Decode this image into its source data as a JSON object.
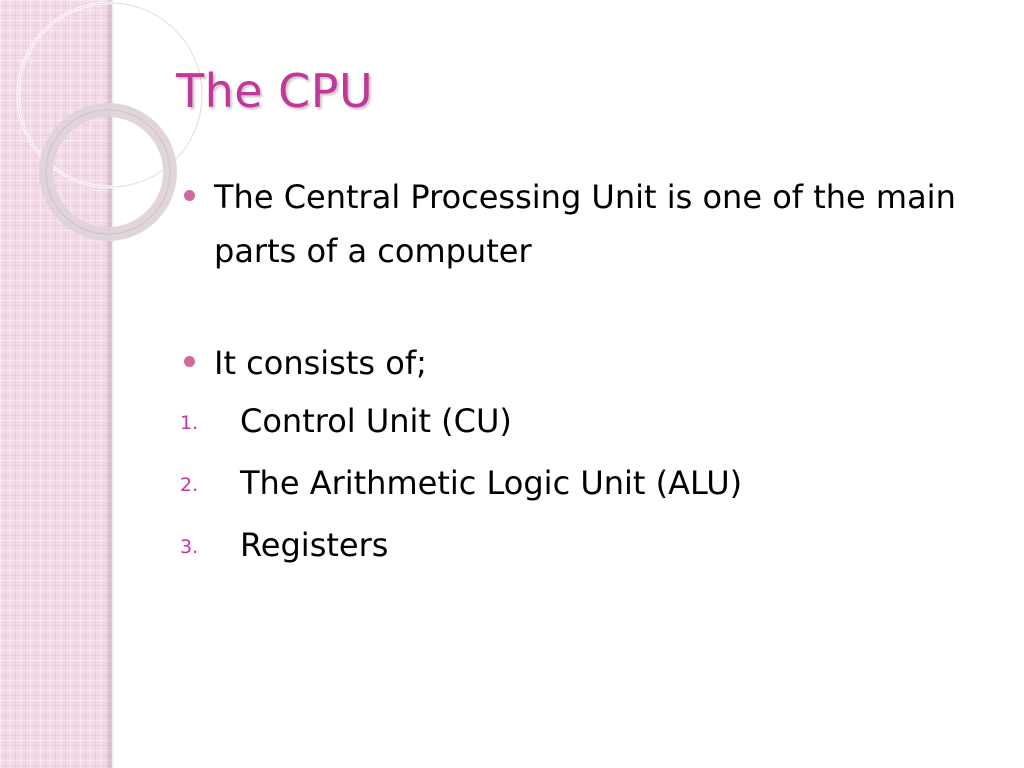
{
  "slide": {
    "title": "The CPU",
    "bullets": [
      "The Central Processing Unit is one of the main parts of a computer",
      "It consists of;"
    ],
    "numbered": [
      {
        "number": "1.",
        "text": "Control Unit (CU)"
      },
      {
        "number": "2.",
        "text": "The Arithmetic Logic Unit (ALU)"
      },
      {
        "number": "3.",
        "text": "Registers"
      }
    ]
  },
  "colors": {
    "title": "#c0389a",
    "bullet_dot": "#d3689f",
    "stripe": "#f6d9e8",
    "background": "#ffffff"
  }
}
